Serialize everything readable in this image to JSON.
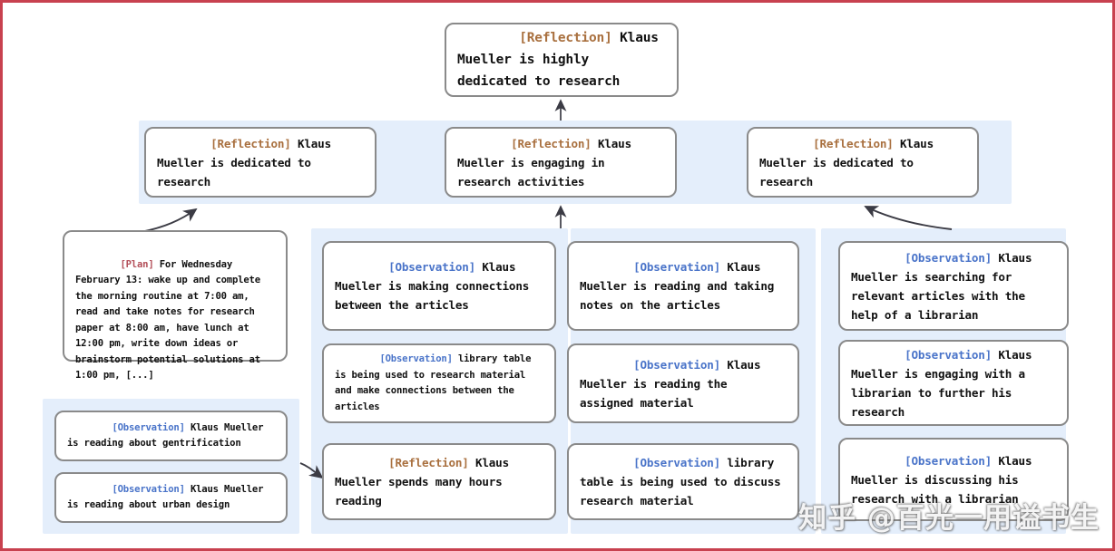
{
  "frame": {
    "border_color": "#c8414f",
    "background": "#ffffff"
  },
  "colors": {
    "panel_blue": "#e4eefb",
    "node_border": "#8a8a8a",
    "tag_reflection": "#a9703f",
    "tag_observation": "#4a74c9",
    "tag_plan": "#b4505a",
    "arrow": "#3b3b44",
    "text": "#111111"
  },
  "tags": {
    "reflection": "[Reflection]",
    "observation": "[Observation]",
    "plan": "[Plan]"
  },
  "nodes": {
    "top_reflection": {
      "tag": "[Reflection]",
      "text": " Klaus Mueller is highly dedicated to research"
    },
    "mid_reflection_left": {
      "tag": "[Reflection]",
      "text": " Klaus Mueller is dedicated to research"
    },
    "mid_reflection_center": {
      "tag": "[Reflection]",
      "text": " Klaus Mueller is engaging in research activities"
    },
    "mid_reflection_right": {
      "tag": "[Reflection]",
      "text": " Klaus Mueller is dedicated to research"
    },
    "plan_box": {
      "tag": "[Plan]",
      "text": " For Wednesday February 13: wake up and complete the morning routine at 7:00 am, read and take notes for research paper at 8:00 am, have lunch at 12:00 pm, write down ideas or brainstorm potential solutions at 1:00 pm, [...]"
    },
    "col1_obs_1": {
      "tag": "[Observation]",
      "text": " Klaus Mueller is making connections between the articles"
    },
    "col1_obs_2": {
      "tag": "[Observation]",
      "text": " library table is being used to research material and make connections between the articles"
    },
    "col1_reflection_3": {
      "tag": "[Reflection]",
      "text": " Klaus Mueller spends many hours reading"
    },
    "col2_obs_1": {
      "tag": "[Observation]",
      "text": " Klaus Mueller is reading and taking notes on the articles"
    },
    "col2_obs_2": {
      "tag": "[Observation]",
      "text": " Klaus Mueller is reading the assigned material"
    },
    "col2_obs_3": {
      "tag": "[Observation]",
      "text": " library table is being used to discuss research material"
    },
    "col3_obs_1": {
      "tag": "[Observation]",
      "text": " Klaus Mueller is searching for relevant articles with the help of a librarian"
    },
    "col3_obs_2": {
      "tag": "[Observation]",
      "text": " Klaus Mueller is engaging with a librarian to further his research"
    },
    "col3_obs_3": {
      "tag": "[Observation]",
      "text": " Klaus Mueller is discussing his research with a librarian"
    },
    "bottomleft_obs_1": {
      "tag": "[Observation]",
      "text": " Klaus Mueller is reading about gentrification"
    },
    "bottomleft_obs_2": {
      "tag": "[Observation]",
      "text": " Klaus Mueller is reading about urban design"
    }
  },
  "watermark": {
    "text": "知乎 @百光一用谥书生"
  }
}
